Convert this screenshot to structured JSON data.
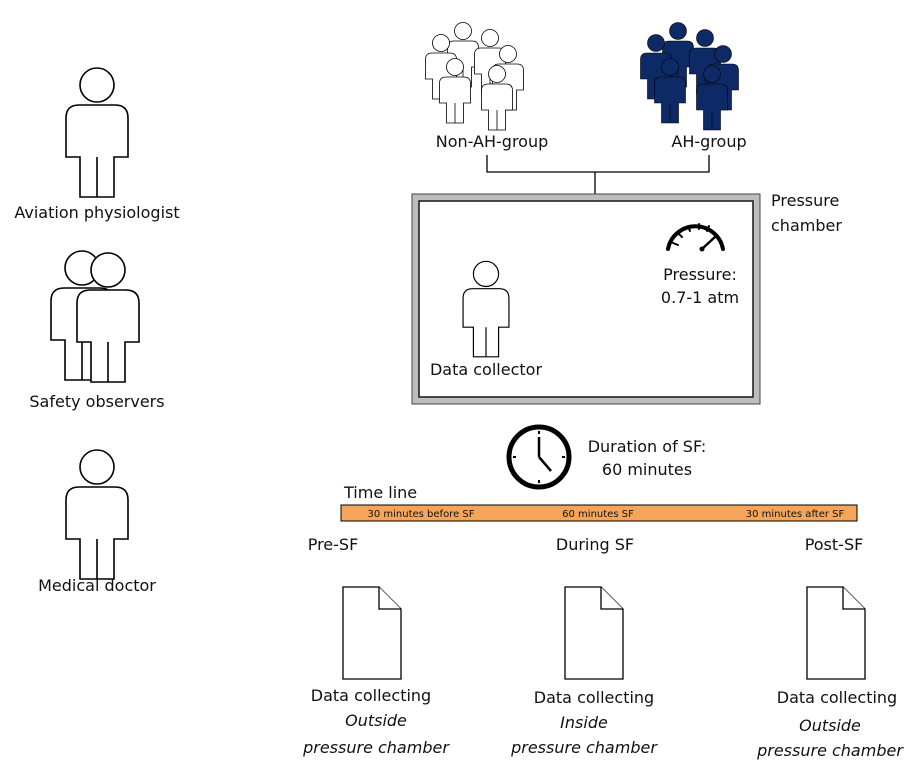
{
  "roles": {
    "aviation_physiologist": "Aviation physiologist",
    "safety_observers": "Safety observers",
    "medical_doctor": "Medical doctor"
  },
  "groups": {
    "non_ah": "Non-AH-group",
    "ah": "AH-group"
  },
  "chamber": {
    "label_line1": "Pressure",
    "label_line2": "chamber",
    "pressure_line1": "Pressure:",
    "pressure_line2": "0.7-1 atm",
    "data_collector": "Data collector"
  },
  "duration": {
    "line1": "Duration of SF:",
    "line2": "60 minutes"
  },
  "timeline": {
    "title": "Time line",
    "segments": [
      "30 minutes before SF",
      "60 minutes SF",
      "30 minutes after SF"
    ],
    "bar_color": "#f5a55a"
  },
  "phases": [
    {
      "name": "Pre-SF",
      "line1": "Data collecting",
      "line2": "Outside",
      "line3": "pressure chamber"
    },
    {
      "name": "During SF",
      "line1": "Data collecting",
      "line2": "Inside",
      "line3": "pressure chamber"
    },
    {
      "name": "Post-SF",
      "line1": "Data collecting",
      "line2": "Outside",
      "line3": "pressure chamber"
    }
  ],
  "colors": {
    "ah_group": "#0d2a66",
    "chamber_frame": "#bdbdbd"
  }
}
